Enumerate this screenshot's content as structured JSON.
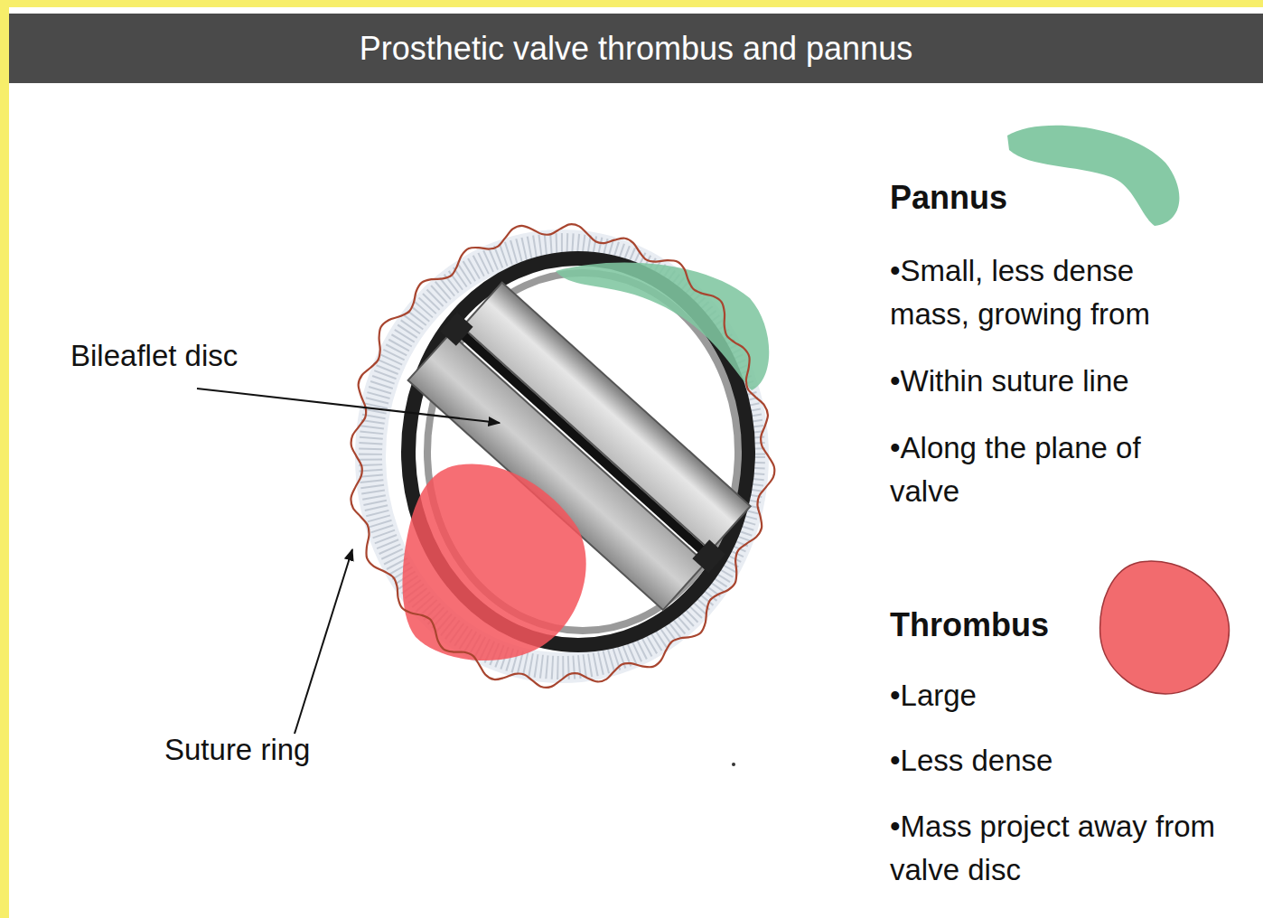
{
  "diagram": {
    "title": "Prosthetic valve thrombus and pannus",
    "labels": [
      "Bileaflet disc",
      "Suture ring",
      "•Small, less dense mass, growing from",
      "•Within suture line",
      "•Along the plane of valve",
      "•Large",
      "•Less dense",
      "•Mass project away from valve disc"
    ],
    "legend": [
      {
        "text": "Pannus",
        "color": "#86c9a5"
      },
      {
        "text": "Thrombus",
        "color": "#f26b6e"
      }
    ]
  }
}
